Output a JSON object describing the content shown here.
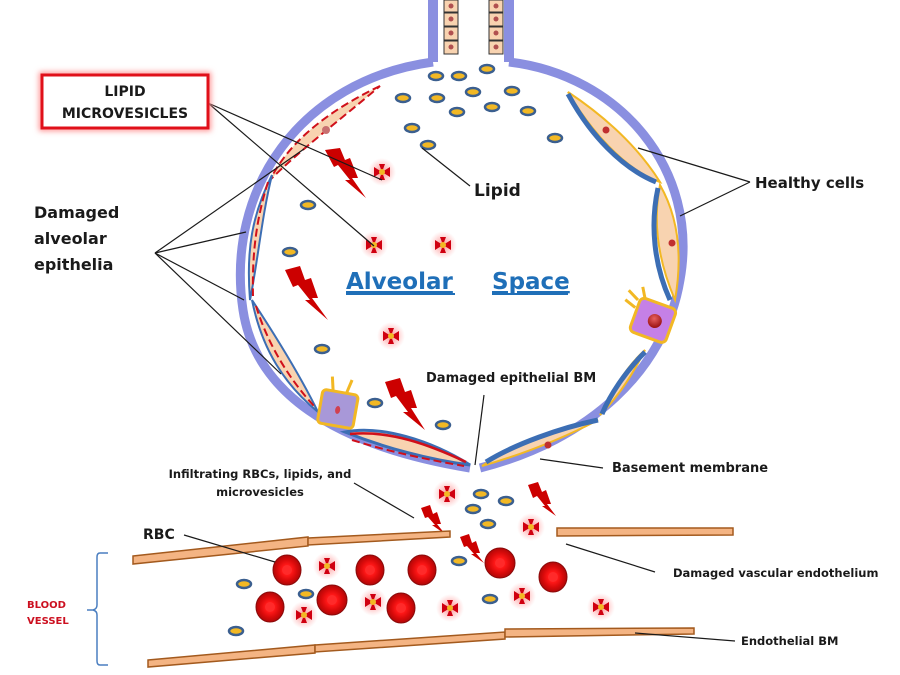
{
  "labels": {
    "lipid_microvesicles_line1": "LIPID",
    "lipid_microvesicles_line2": "MICROVESICLES",
    "damaged_alveolar_line1": "Damaged",
    "damaged_alveolar_line2": "alveolar",
    "damaged_alveolar_line3": "epithelia",
    "lipid": "Lipid",
    "healthy_cells": "Healthy cells",
    "alveolar_space_word1": "Alveolar",
    "alveolar_space_word2": "Space",
    "damaged_epithelial_bm": "Damaged epithelial BM",
    "basement_membrane": "Basement membrane",
    "infiltrating_line1": "Infiltrating RBCs, lipids, and",
    "infiltrating_line2": "microvesicles",
    "rbc": "RBC",
    "damaged_vascular_endothelium": "Damaged vascular endothelium",
    "endothelial_bm": "Endothelial BM",
    "blood_vessel_line1": "BLOOD",
    "blood_vessel_line2": "VESSEL"
  },
  "colors": {
    "membrane": "#8a8fe0",
    "healthy_cell_fill": "#f8d3b0",
    "healthy_cell_edge": "#3c6eb4",
    "healthy_cell_outline": "#f2b824",
    "damaged_dash": "#d0101a",
    "lipid_fill": "#f2b824",
    "lipid_edge": "#3b5f8f",
    "rbc": "#d20d10",
    "rbc_center": "#ff2020",
    "bolt": "#cc0000",
    "vessel_wall": "#f4b483",
    "vessel_edge": "#a35a1e",
    "alveolar_text": "#1f6fb8",
    "blood_vessel_text": "#cc1020",
    "box_border": "#e0101a",
    "macrophage_fill": "#c580e6",
    "macrophage_edge": "#f2b824"
  }
}
